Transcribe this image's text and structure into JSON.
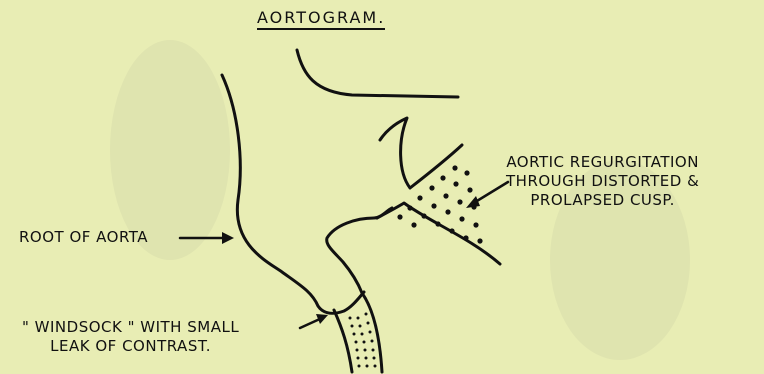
{
  "title": "AORTOGRAM.",
  "labels": {
    "regurgitation": [
      "AORTIC REGURGITATION",
      "THROUGH DISTORTED &",
      "PROLAPSED CUSP."
    ],
    "root": "ROOT OF AORTA",
    "windsock": [
      "\" WINDSOCK \" WITH SMALL",
      "LEAK OF CONTRAST."
    ]
  },
  "colors": {
    "background": "#e8edb4",
    "ink": "#111111"
  }
}
